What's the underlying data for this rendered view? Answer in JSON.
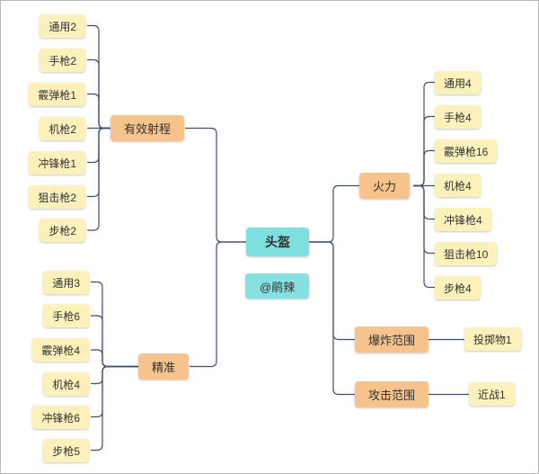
{
  "root": {
    "label": "头盔"
  },
  "note": {
    "label": "@鹃辣"
  },
  "branches": {
    "effective_range": {
      "label": "有效射程",
      "children": [
        "通用2",
        "手枪2",
        "霰弹枪1",
        "机枪2",
        "冲锋枪1",
        "狙击枪2",
        "步枪2"
      ]
    },
    "accuracy": {
      "label": "精准",
      "children": [
        "通用3",
        "手枪6",
        "霰弹枪4",
        "机枪4",
        "冲锋枪6",
        "步枪5"
      ]
    },
    "firepower": {
      "label": "火力",
      "children": [
        "通用4",
        "手枪4",
        "霰弹枪16",
        "机枪4",
        "冲锋枪4",
        "狙击枪10",
        "步枪4"
      ]
    },
    "explosion_range": {
      "label": "爆炸范围",
      "children": [
        "投掷物1"
      ]
    },
    "attack_range": {
      "label": "攻击范围",
      "children": [
        "近战1"
      ]
    }
  },
  "colors": {
    "leaf_bg": "#FCF1BA",
    "branch_bg": "#F7C38C",
    "root_bg": "#7FDEDE",
    "connector": "#3F4E6E",
    "canvas_bg": "#FFFFFF"
  }
}
